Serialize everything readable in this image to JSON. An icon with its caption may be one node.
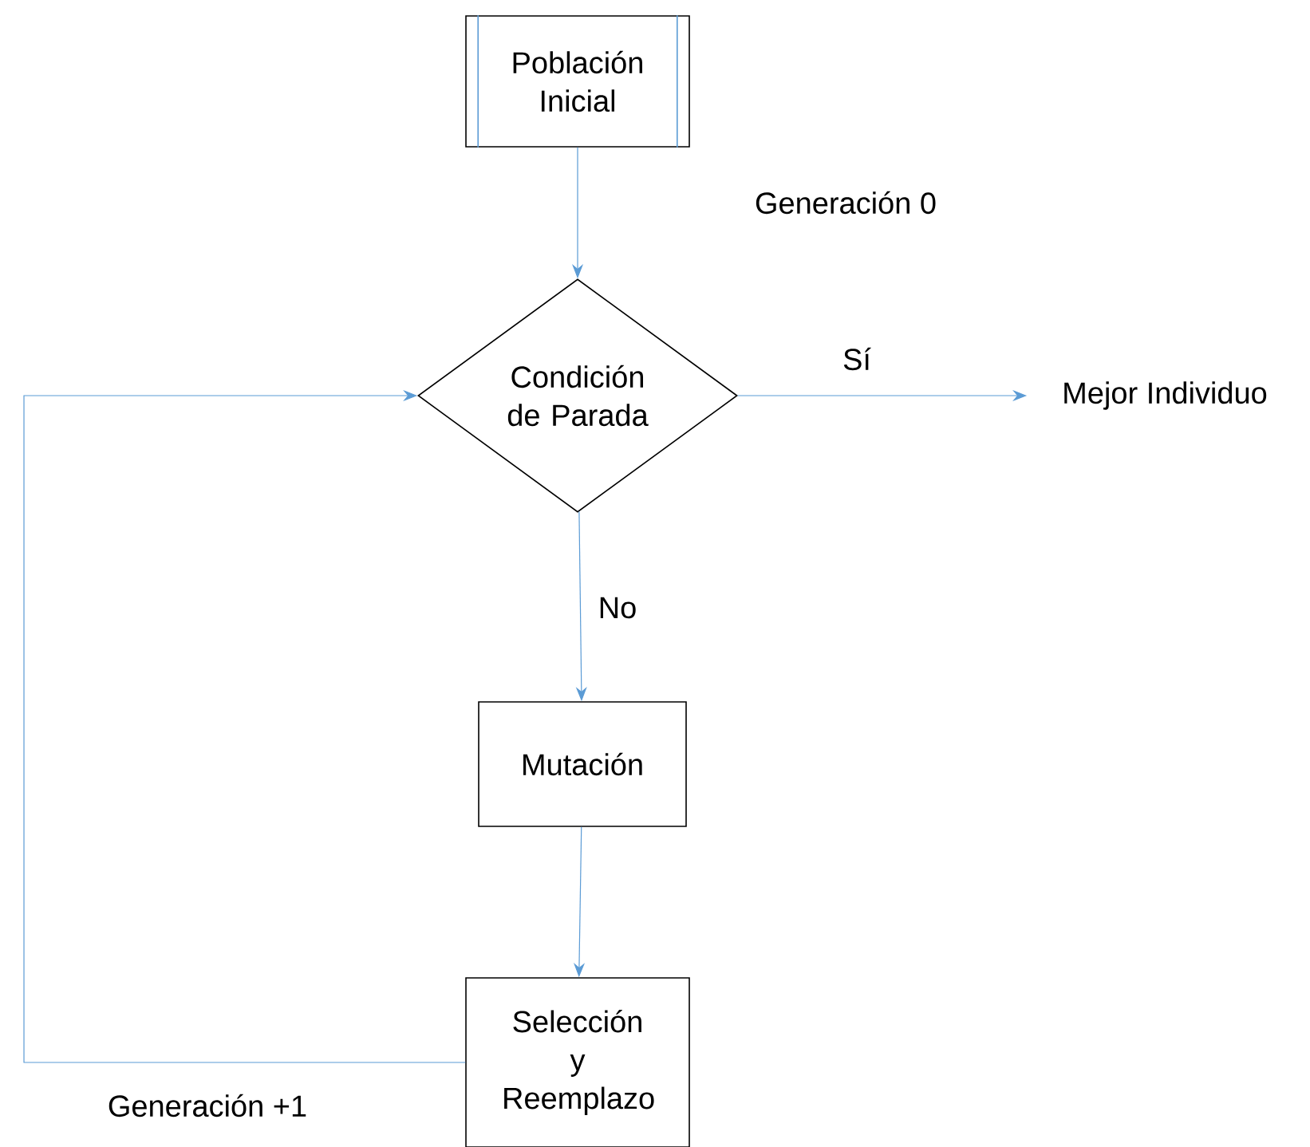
{
  "diagram": {
    "nodes": [
      {
        "text": [
          "Población Inicial"
        ]
      },
      {
        "text": [
          "Condición de Parada"
        ]
      },
      {
        "text": [
          "Mejor Individuo"
        ]
      },
      {
        "text": [
          "Mutación"
        ]
      },
      {
        "text": [
          "Selección y Reemplazo"
        ]
      }
    ],
    "edges": [
      {
        "from": 0,
        "to": 1,
        "arrow": "to"
      },
      {
        "from": 1,
        "to": 2,
        "arrow": "to",
        "label": "Sí"
      },
      {
        "from": 1,
        "to": 3,
        "arrow": "to",
        "label": "No"
      },
      {
        "from": 3,
        "to": 4,
        "arrow": "to"
      },
      {
        "from": 4,
        "to": 1,
        "arrow": "to"
      }
    ],
    "labels": [
      "Generación 0",
      "Generación +1"
    ]
  }
}
